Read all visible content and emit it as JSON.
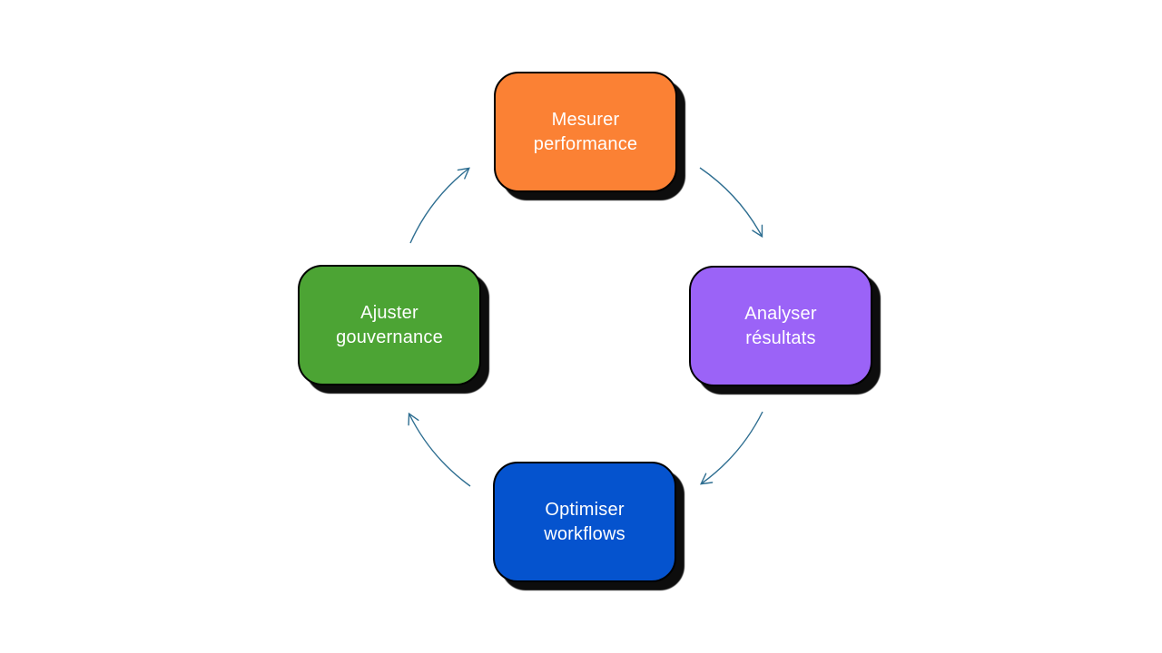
{
  "diagram": {
    "type": "cycle",
    "background_color": "#FFFFFF",
    "arrow_color": "#2E6E91",
    "node_border_color": "#000000",
    "node_text_color": "#FFFFFF",
    "nodes": [
      {
        "id": "mesurer-performance",
        "label": "Mesurer\nperformance",
        "fill": "#FB8134",
        "position": "top"
      },
      {
        "id": "analyser-resultats",
        "label": "Analyser\nrésultats",
        "fill": "#9B63F7",
        "position": "right"
      },
      {
        "id": "optimiser-workflows",
        "label": "Optimiser\nworkflows",
        "fill": "#0553CE",
        "position": "bottom"
      },
      {
        "id": "ajuster-gouvernance",
        "label": "Ajuster\ngouvernance",
        "fill": "#4CA434",
        "position": "left"
      }
    ],
    "arrows": [
      {
        "from": "mesurer-performance",
        "to": "analyser-resultats"
      },
      {
        "from": "analyser-resultats",
        "to": "optimiser-workflows"
      },
      {
        "from": "optimiser-workflows",
        "to": "ajuster-gouvernance"
      },
      {
        "from": "ajuster-gouvernance",
        "to": "mesurer-performance"
      }
    ]
  }
}
